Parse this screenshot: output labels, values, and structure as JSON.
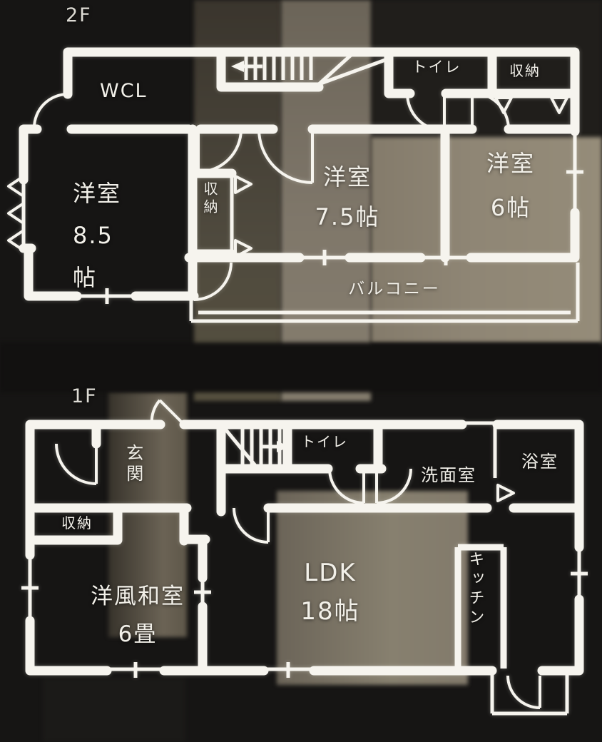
{
  "colors": {
    "line": "#f6f4ee",
    "background": "#161514",
    "label_text": "#f2f0e9"
  },
  "floor2": {
    "label": "2F",
    "rooms": {
      "wcl": "WCL",
      "toilet": "トイレ",
      "closet_top": "収納",
      "closet_mid": "収納",
      "bedroom_85": "洋室\n8.5\n帖",
      "bedroom_75": "洋室\n7.5帖",
      "bedroom_6": "洋室\n6帖",
      "balcony": "バルコニー"
    }
  },
  "floor1": {
    "label": "1F",
    "rooms": {
      "entrance": "玄関",
      "toilet": "トイレ",
      "washroom": "洗面室",
      "bathroom": "浴室",
      "closet": "収納",
      "japanese_room": "洋風和室\n6畳",
      "ldk": "LDK\n18帖",
      "kitchen": "キッチン"
    }
  }
}
